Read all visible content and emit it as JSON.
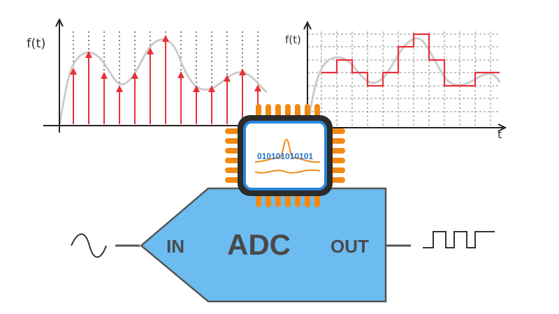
{
  "left_plot": {
    "y_axis_label": "f(t)"
  },
  "right_plot": {
    "y_axis_label": "f(t)",
    "x_axis_label": "t"
  },
  "chip": {
    "binary_text": "010101010101"
  },
  "adc": {
    "title": "ADC",
    "input_label": "IN",
    "output_label": "OUT"
  },
  "colors": {
    "signal_curve": "#cccccc",
    "samples": "#e8303a",
    "quantized": "#e8303a",
    "grid": "#8a8a8a",
    "adc_body": "#6cbcf2",
    "adc_text": "#4a4a4a",
    "chip_body": "#2b2b2b",
    "chip_core_border": "#2a86d8",
    "chip_pins": "#f28a12",
    "chip_binary": "#1e73c8"
  }
}
